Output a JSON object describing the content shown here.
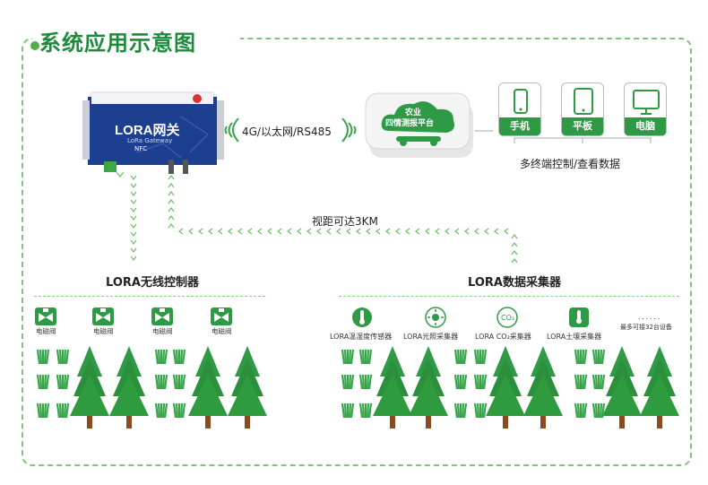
{
  "title": "系统应用示意图",
  "gateway": {
    "name": "LORA网关",
    "subname": "LoRa Gateway",
    "nfc": "NFC"
  },
  "link_label": "4G/以太网/RS485",
  "cloud_label_line1": "农业",
  "cloud_label_line2": "四情测报平台",
  "devices": [
    {
      "label": "手机",
      "icon": "phone-icon"
    },
    {
      "label": "平板",
      "icon": "tablet-icon"
    },
    {
      "label": "电脑",
      "icon": "monitor-icon"
    }
  ],
  "devices_caption": "多终端控制/查看数据",
  "range_label": "视距可达3KM",
  "controller_caption": "LORA无线控制器",
  "collector_caption": "LORA数据采集器",
  "valve_label": "电磁阀",
  "sensors": [
    {
      "label": "LORA温湿度传感器",
      "icon": "thermometer-icon"
    },
    {
      "label": "LORA光照采集器",
      "icon": "sun-icon"
    },
    {
      "label": "LORA CO₂采集器",
      "icon": "co2-icon"
    },
    {
      "label": "LORA土壤采集器",
      "icon": "soil-thermometer-icon"
    }
  ],
  "extra_devices": "最多可接32台设备",
  "colors": {
    "accent": "#1f8a3c",
    "gateway_blue": "#1d3f8f",
    "tree_green": "#2e9b3e",
    "trunk": "#8a4b1f"
  }
}
